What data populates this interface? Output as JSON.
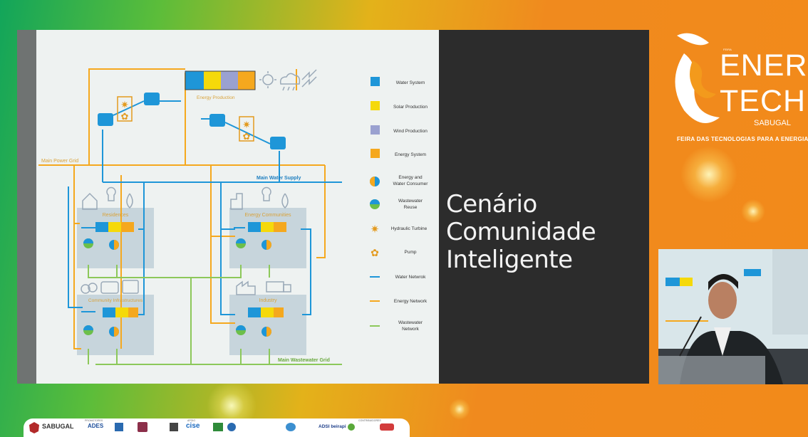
{
  "slide": {
    "title_lines": [
      "Cenário",
      "Comunidade",
      "Inteligente"
    ]
  },
  "diagram": {
    "energy_production": "Energy Production",
    "main_power_grid": "Main Power Grid",
    "main_water_supply": "Main Water Supply",
    "main_wastewater_grid": "Main Wastewater Grid",
    "residences": "Residences",
    "energy_communities": "Energy Communities",
    "community_infrastructures": "Community Infrastructures",
    "industry": "Industry",
    "legend": [
      {
        "icon": "water-square",
        "lines": [
          "Water System"
        ],
        "color": "#1e96d8"
      },
      {
        "icon": "solar-square",
        "lines": [
          "Solar Production"
        ],
        "color": "#f5d90a"
      },
      {
        "icon": "wind-square",
        "lines": [
          "Wind Production"
        ],
        "color": "#9aa1d0"
      },
      {
        "icon": "energy-square",
        "lines": [
          "Energy System"
        ],
        "color": "#f5a81e"
      },
      {
        "icon": "energy-water-circle",
        "lines": [
          "Energy and",
          "Water Consumer"
        ],
        "color": "#f5a81e"
      },
      {
        "icon": "wastewater-circle",
        "lines": [
          "Wastewater",
          "Reuse"
        ],
        "color": "#6cbf4a"
      },
      {
        "icon": "turbine-icon",
        "lines": [
          "Hydraulic Turbine"
        ],
        "color": "#e39a1e"
      },
      {
        "icon": "pump-icon",
        "lines": [
          "Pump"
        ],
        "color": "#e39a1e"
      },
      {
        "icon": "water-line",
        "lines": [
          "Water Netwrok"
        ],
        "color": "#1e96d8"
      },
      {
        "icon": "energy-line",
        "lines": [
          "Energy Network"
        ],
        "color": "#f5a81e"
      },
      {
        "icon": "wastewater-line",
        "lines": [
          "Wastewater",
          "Network"
        ],
        "color": "#8cc85a"
      }
    ]
  },
  "logo": {
    "prefix": "FEIRA",
    "ener": "ENER",
    "tech": "TECH",
    "place": "SABUGAL",
    "tagline": "FEIRA DAS TECNOLOGIAS PARA A ENERGIA"
  },
  "sponsors": {
    "sabugal": "SABUGAL",
    "ades": "ADES",
    "cise": "cise",
    "adsi": "ADSI beirapi",
    "labels": [
      "PROMOTORES",
      "APOIO",
      "CONTRIBUIDORES"
    ]
  },
  "colors": {
    "water": "#1e96d8",
    "energy": "#f5a81e",
    "wastewater": "#8cc85a",
    "slide_bg": "#2c2c2c"
  }
}
